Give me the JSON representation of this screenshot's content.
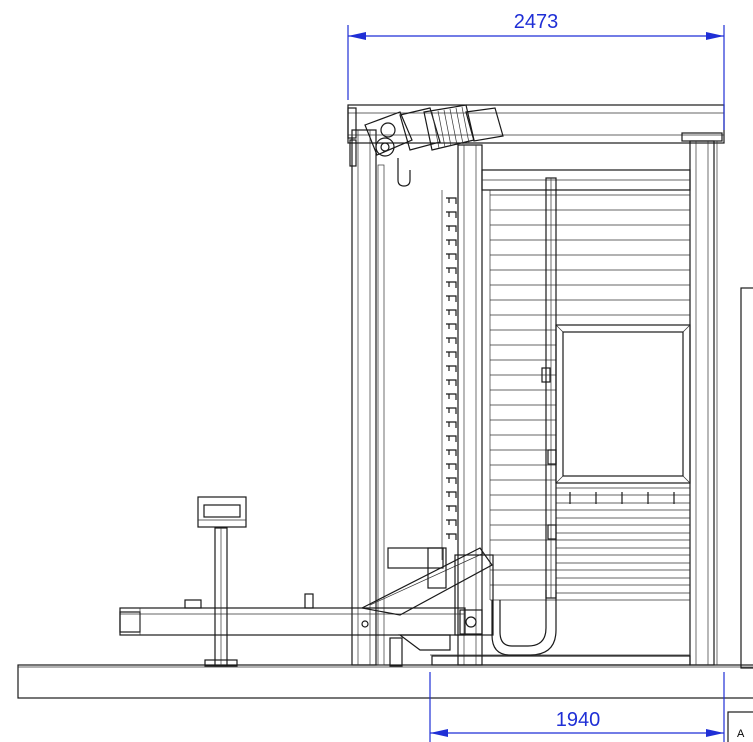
{
  "dimensions": {
    "top_width": "2473",
    "bottom_width": "1940"
  },
  "title_block": {
    "corner_letter": "A"
  },
  "colors": {
    "dimension": "#1f2fd6",
    "line": "#1a1a1a"
  }
}
